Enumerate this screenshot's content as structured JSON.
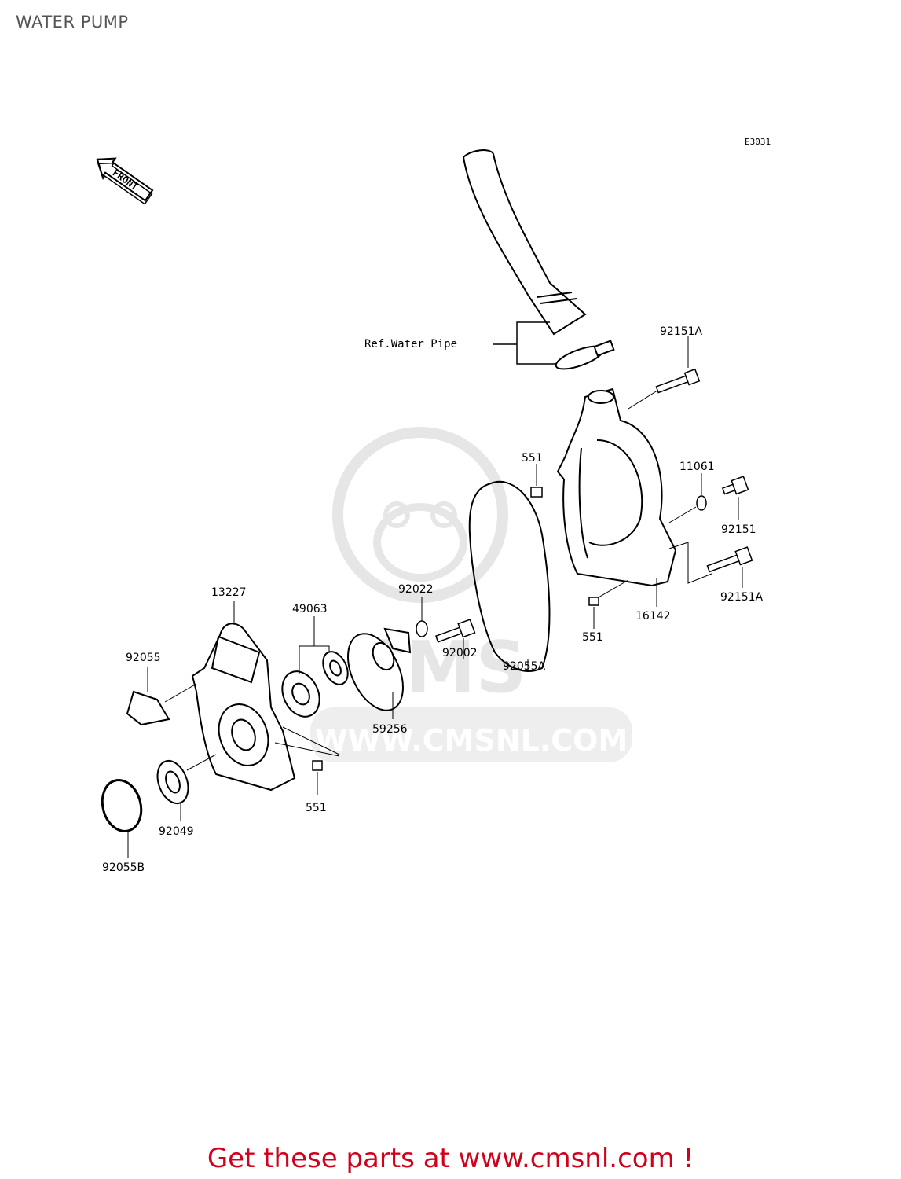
{
  "page": {
    "title": "WATER PUMP",
    "figure_code": "E3031",
    "footer_text": "Get these parts at www.cmsnl.com !"
  },
  "orientation": {
    "arrow_text": "FRONT"
  },
  "reference": {
    "label": "Ref.Water Pipe"
  },
  "watermark": {
    "brand": "CMS",
    "url": "WWW.CMSNL.COM",
    "color": "#e6e6e6"
  },
  "parts": {
    "p92151A_top": "92151A",
    "p551_upper": "551",
    "p11061": "11061",
    "p92151": "92151",
    "p92151A_bottom": "92151A",
    "p16142": "16142",
    "p551_right": "551",
    "p92022": "92022",
    "p92002": "92002",
    "p92055A": "92055A",
    "p13227": "13227",
    "p49063": "49063",
    "p92055": "92055",
    "p59256": "59256",
    "p551_lower": "551",
    "p92049": "92049",
    "p92055B": "92055B"
  },
  "colors": {
    "footer": "#d0021b",
    "title": "#555555",
    "line": "#000000"
  }
}
